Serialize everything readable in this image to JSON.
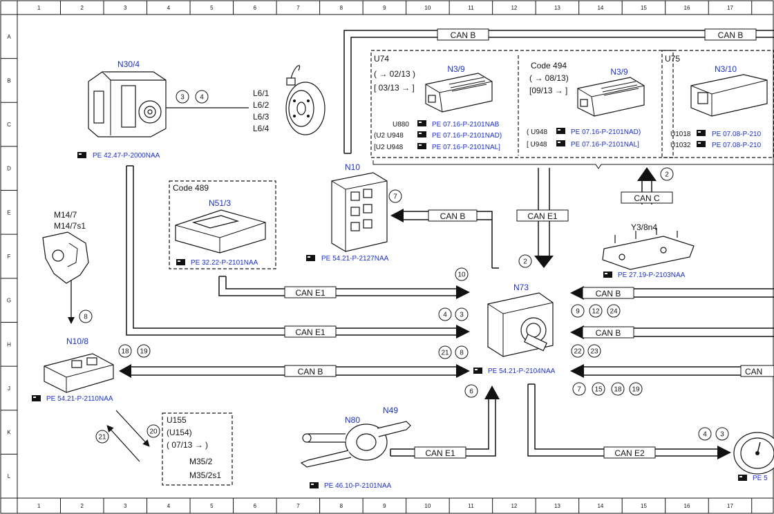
{
  "grid": {
    "columns": [
      "1",
      "2",
      "3",
      "4",
      "5",
      "6",
      "7",
      "8",
      "9",
      "10",
      "11",
      "12",
      "13",
      "14",
      "15",
      "16",
      "17"
    ],
    "rows": [
      "A",
      "B",
      "C",
      "D",
      "E",
      "F",
      "G",
      "H",
      "J",
      "K",
      "L"
    ]
  },
  "colors": {
    "component_label": "#1a2fd0",
    "line": "#111111"
  },
  "components": {
    "n30_4": {
      "name": "N30/4",
      "ref": "PE 42.47-P-2000NAA"
    },
    "wheel_sensors": {
      "lines": [
        "L6/1",
        "L6/2",
        "L6/3",
        "L6/4"
      ]
    },
    "u74": {
      "title": "U74",
      "line1": "( → 02/13 )",
      "line2": "[ 03/13 → ]",
      "name": "N3/9",
      "refs": [
        {
          "prefix": "U880",
          "ref": "PE 07.16-P-2101NAB"
        },
        {
          "prefix": "(U2  U948",
          "ref": "PE 07.16-P-2101NAD)"
        },
        {
          "prefix": "[U2  U948",
          "ref": "PE 07.16-P-2101NAL]"
        }
      ]
    },
    "code494": {
      "title": "Code 494",
      "line1": "( → 08/13)",
      "line2": "[09/13  → ]",
      "name": "N3/9",
      "refs": [
        {
          "prefix": "( U948",
          "ref": "PE 07.16-P-2101NAD)"
        },
        {
          "prefix": "[ U948",
          "ref": "PE 07.16-P-2101NAL]"
        }
      ]
    },
    "u75": {
      "title": "U75",
      "name": "N3/10",
      "refs": [
        {
          "prefix": "U1018",
          "ref": "PE 07.08-P-210"
        },
        {
          "prefix": "U1032",
          "ref": "PE 07.08-P-210"
        }
      ]
    },
    "n10": {
      "name": "N10",
      "ref": "PE 54.21-P-2127NAA"
    },
    "code489": {
      "title": "Code 489",
      "name": "N51/3",
      "ref": "PE 32.22-P-2101NAA"
    },
    "m14": {
      "line1": "M14/7",
      "line2": "M14/7s1"
    },
    "n10_8": {
      "name": "N10/8",
      "ref": "PE 54.21-P-2110NAA"
    },
    "n73": {
      "name": "N73",
      "ref": "PE 54.21-P-2104NAA"
    },
    "y3": {
      "name": "Y3/8n4",
      "ref": "PE 27.19-P-2103NAA"
    },
    "u155": {
      "title": "U155",
      "line1": "(U154)",
      "line2": "( 07/13 → )",
      "line3": "M35/2",
      "line4": "M35/2s1"
    },
    "n80": {
      "name": "N80",
      "name2": "N49",
      "ref": "PE 46.10-P-2101NAA"
    },
    "cluster": {
      "ref": "PE 5"
    }
  },
  "buses": {
    "can_b_top_left": "CAN B",
    "can_b_top_right": "CAN B",
    "can_b_n10": "CAN B",
    "can_e1_right": "CAN E1",
    "can_c": "CAN C",
    "can_e1_code489": "CAN E1",
    "can_e1_n30": "CAN E1",
    "can_b_n108": "CAN B",
    "can_b_right1": "CAN B",
    "can_b_right2": "CAN B",
    "can_right3": "CAN",
    "can_e1_n80": "CAN E1",
    "can_e2": "CAN E2"
  },
  "callouts": {
    "c3a": "3",
    "c4a": "4",
    "c2a": "2",
    "c7a": "7",
    "c2b": "2",
    "c10": "10",
    "c4b": "4",
    "c3b": "3",
    "c21a": "21",
    "c8a": "8",
    "c18": "18",
    "c19": "19",
    "c8b": "8",
    "c9": "9",
    "c12": "12",
    "c24": "24",
    "c22": "22",
    "c23": "23",
    "c7b": "7",
    "c15": "15",
    "c18b": "18",
    "c19b": "19",
    "c6": "6",
    "c20": "20",
    "c21b": "21",
    "c4c": "4",
    "c3c": "3"
  }
}
